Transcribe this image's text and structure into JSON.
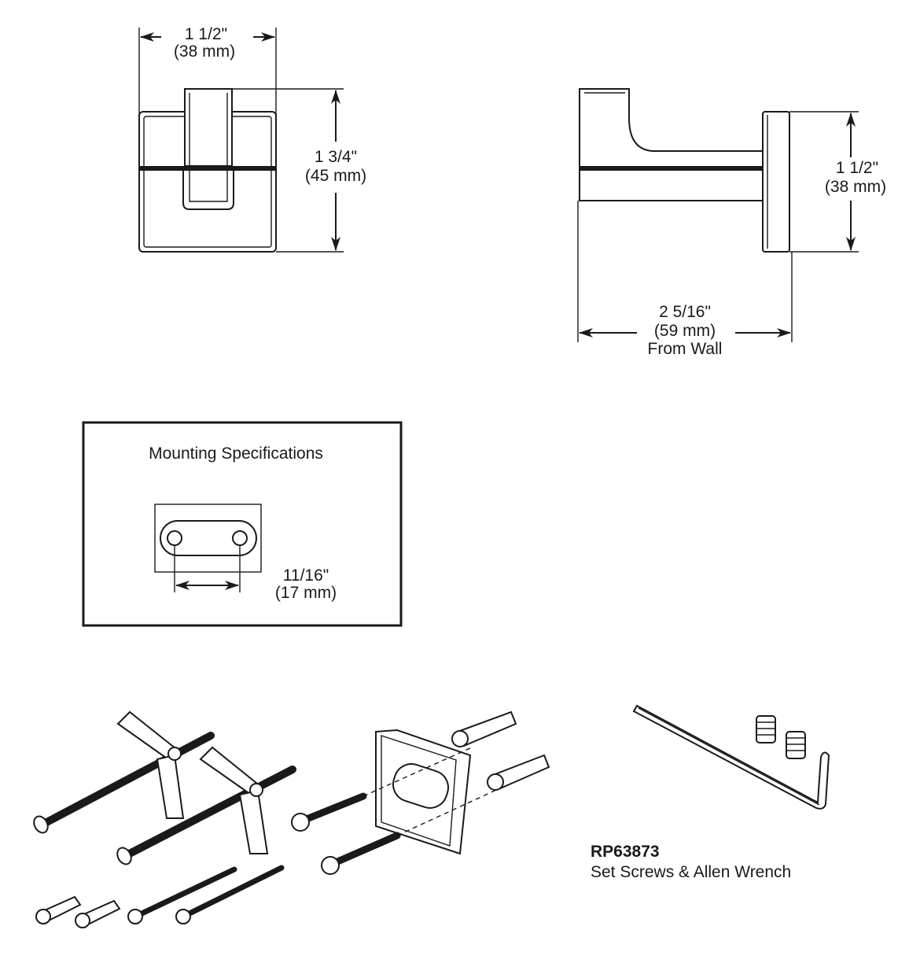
{
  "front_view": {
    "width_imperial": "1 1/2\"",
    "width_metric": "(38 mm)",
    "height_imperial": "1 3/4\"",
    "height_metric": "(45 mm)"
  },
  "side_view": {
    "height_imperial": "1 1/2\"",
    "height_metric": "(38 mm)",
    "depth_imperial": "2 5/16\"",
    "depth_metric": "(59 mm)",
    "depth_note": "From Wall"
  },
  "mounting": {
    "title": "Mounting Specifications",
    "spacing_imperial": "11/16\"",
    "spacing_metric": "(17 mm)"
  },
  "parts": {
    "part_number": "RP63873",
    "description": "Set Screws & Allen Wrench"
  }
}
